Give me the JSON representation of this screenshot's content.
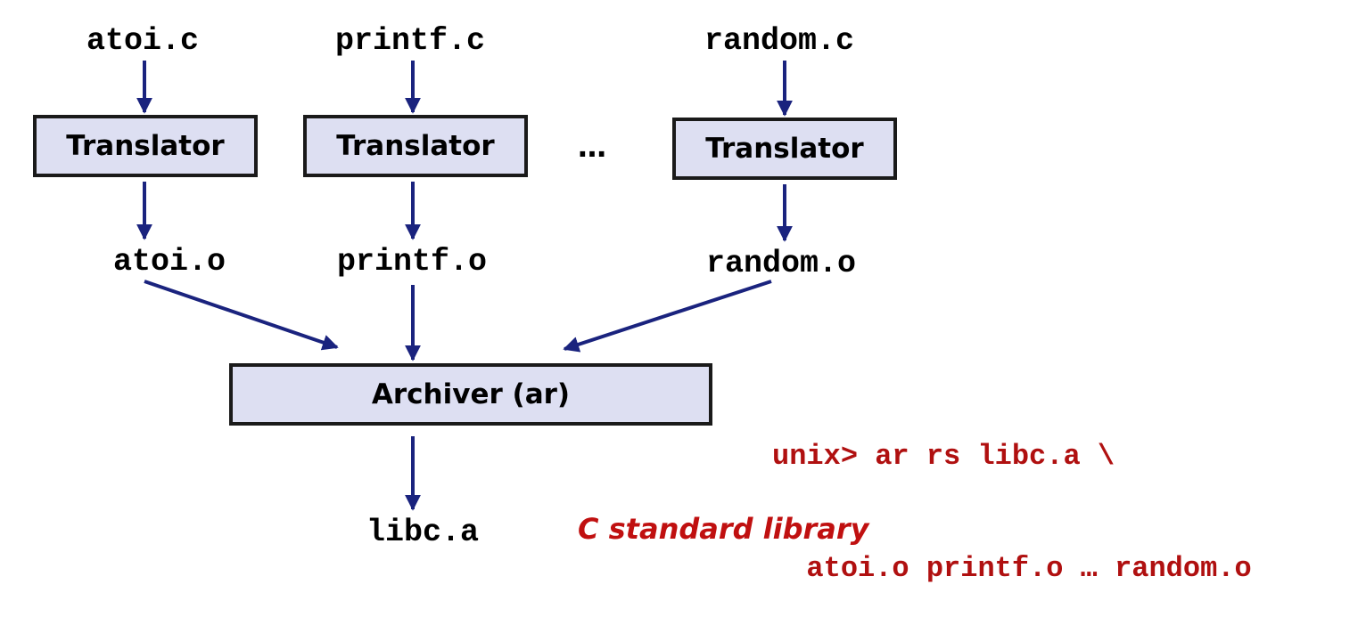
{
  "diagram": {
    "sources": {
      "atoi_c": "atoi.c",
      "printf_c": "printf.c",
      "random_c": "random.c"
    },
    "translator_label": "Translator",
    "ellipsis": "…",
    "objects": {
      "atoi_o": "atoi.o",
      "printf_o": "printf.o",
      "random_o": "random.o"
    },
    "archiver_label": "Archiver (ar)",
    "output": "libc.a",
    "caption": "C standard library",
    "command": {
      "line1": "unix> ar rs libc.a \\",
      "line2": "  atoi.o printf.o … random.o"
    }
  },
  "colors": {
    "arrow": "#1a237e",
    "box_fill": "#dddff2",
    "box_border": "#1a1a1a",
    "command_text": "#b01010",
    "caption_text": "#c01010"
  }
}
